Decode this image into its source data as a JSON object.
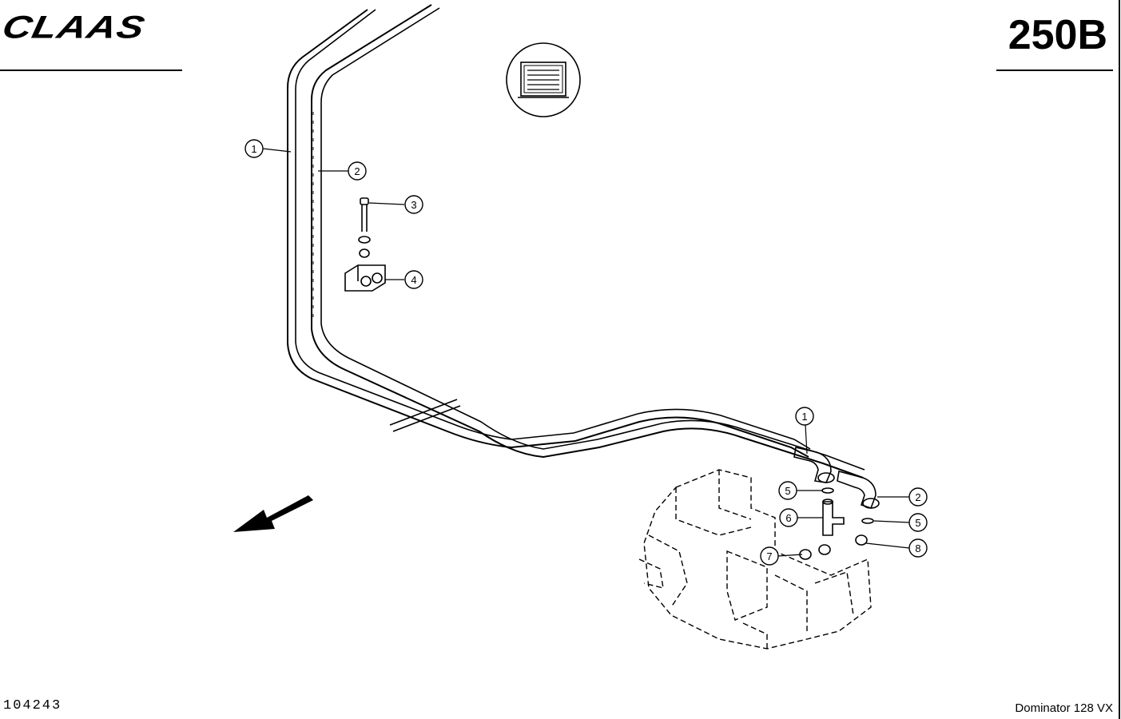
{
  "header": {
    "brand_logo": "CLAAS",
    "sheet_code": "250B"
  },
  "footer": {
    "document_number": "104243",
    "model_name": "Dominator 128 VX"
  },
  "callouts": [
    {
      "id": "c1a",
      "label": "1"
    },
    {
      "id": "c2a",
      "label": "2"
    },
    {
      "id": "c3",
      "label": "3"
    },
    {
      "id": "c4",
      "label": "4"
    },
    {
      "id": "c1b",
      "label": "1"
    },
    {
      "id": "c5a",
      "label": "5"
    },
    {
      "id": "c2b",
      "label": "2"
    },
    {
      "id": "c6",
      "label": "6"
    },
    {
      "id": "c5b",
      "label": "5"
    },
    {
      "id": "c7",
      "label": "7"
    },
    {
      "id": "c8",
      "label": "8"
    }
  ],
  "icons": {
    "manual": "manual-book-icon",
    "direction": "direction-arrow-icon"
  },
  "colors": {
    "ink": "#000000",
    "paper": "#ffffff"
  }
}
